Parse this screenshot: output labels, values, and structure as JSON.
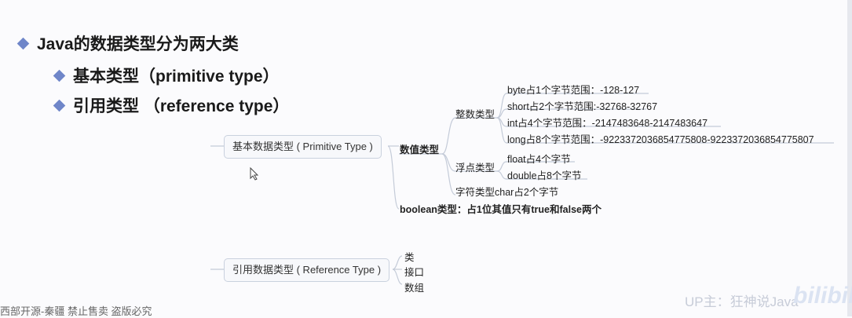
{
  "bullets": {
    "main": "Java的数据类型分为两大类",
    "sub1": "基本类型（primitive type）",
    "sub2": "引用类型 （reference type）"
  },
  "mindmap": {
    "primitive_node": "基本数据类型 ( Primitive Type )",
    "numeric": "数值类型",
    "integer": "整数类型",
    "byte": "byte占1个字节范围：-128-127",
    "short": "short占2个字节范围:-32768-32767",
    "int": "int占4个字节范围：-2147483648-2147483647",
    "long": "long占8个字节范围：-9223372036854775808-9223372036854775807",
    "floating": "浮点类型",
    "float": "float占4个字节",
    "double": "double占8个字节",
    "char": "字符类型char占2个字节",
    "boolean": "boolean类型：占1位其值只有true和false两个",
    "reference_node": "引用数据类型 ( Reference Type )",
    "class": "类",
    "interface": "接口",
    "array": "数组"
  },
  "footer": {
    "text": "西部开源-秦疆    禁止售卖    盗版必究"
  },
  "watermark": {
    "text": "UP主：狂神说Java",
    "logo": "bilibili"
  },
  "colors": {
    "diamond": "#6f86c9",
    "line": "#c4cbd8"
  }
}
